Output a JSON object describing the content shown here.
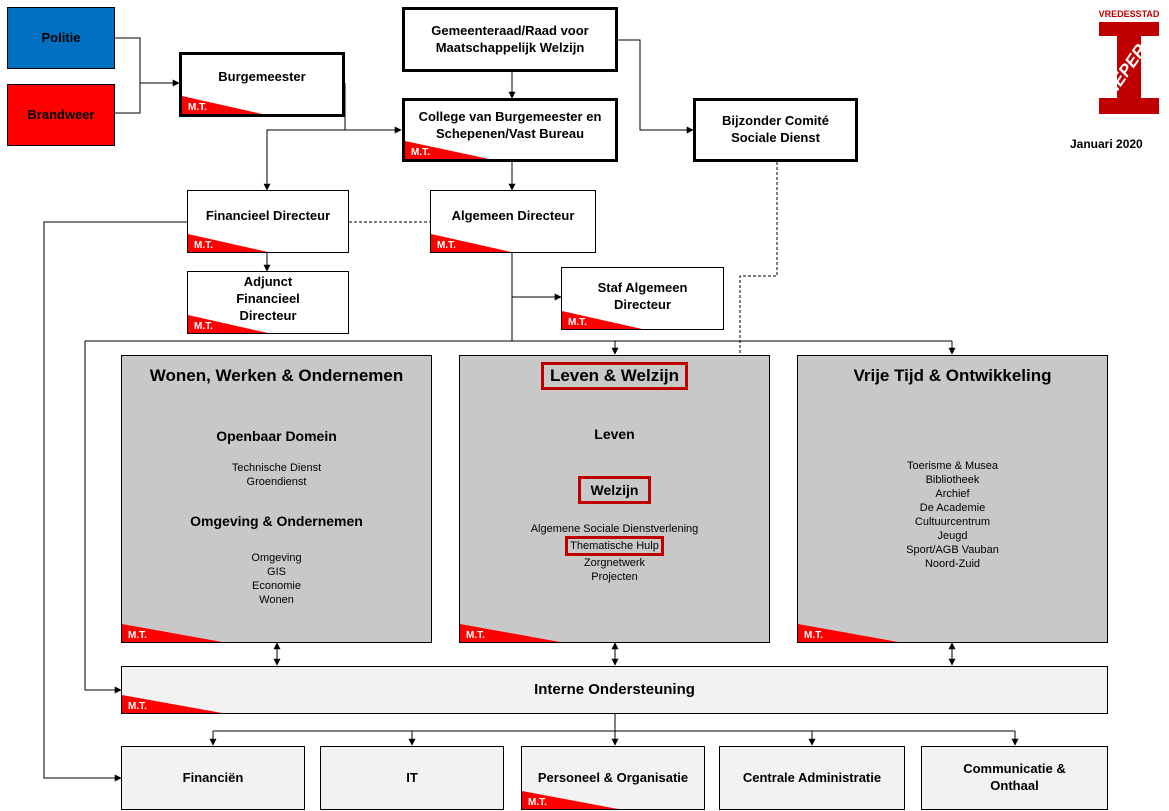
{
  "police": "Politie",
  "fire": "Brandweer",
  "mayor": "Burgemeester",
  "council": "Gemeenteraad/Raad voor Maatschappelijk Welzijn",
  "college": "College van Burgemeester en Schepenen/Vast Bureau",
  "special_committee": "Bijzonder Comité Sociale Dienst",
  "financial_director": "Financieel Directeur",
  "general_director": "Algemeen Directeur",
  "deputy_financial_director": "Adjunct Financieel Directeur",
  "staff_general_director": "Staf Algemeen Directeur",
  "mt_label": "M.T.",
  "logo": {
    "top_text": "VREDESSTAD",
    "name": "IEPER"
  },
  "date": "Januari 2020",
  "colors": {
    "police": "#0070c0",
    "fire": "#ff0000",
    "mt": "#ff0000",
    "highlight": "#c00000",
    "dept_bg": "#c8c8c8",
    "support_bg": "#f2f2f2"
  },
  "departments": {
    "left": {
      "title": "Wonen, Werken & Ondernemen",
      "section1": "Openbaar Domein",
      "section1_items": [
        "Technische Dienst",
        "Groendienst"
      ],
      "section2": "Omgeving & Ondernemen",
      "section2_items": [
        "Omgeving",
        "GIS",
        "Economie",
        "Wonen"
      ]
    },
    "middle": {
      "title": "Leven & Welzijn",
      "section1": "Leven",
      "section2": "Welzijn",
      "section2_items": [
        "Algemene Sociale Dienstverlening",
        "Thematische Hulp",
        "Zorgnetwerk",
        "Projecten"
      ]
    },
    "right": {
      "title": "Vrije Tijd & Ontwikkeling",
      "items": [
        "Toerisme & Musea",
        "Bibliotheek",
        "Archief",
        "De Academie",
        "Cultuurcentrum",
        "Jeugd",
        "Sport/AGB Vauban",
        "Noord-Zuid"
      ]
    }
  },
  "internal_support": "Interne Ondersteuning",
  "support_units": [
    "Financiën",
    "IT",
    "Personeel & Organisatie",
    "Centrale Administratie",
    "Communicatie & Onthaal"
  ]
}
